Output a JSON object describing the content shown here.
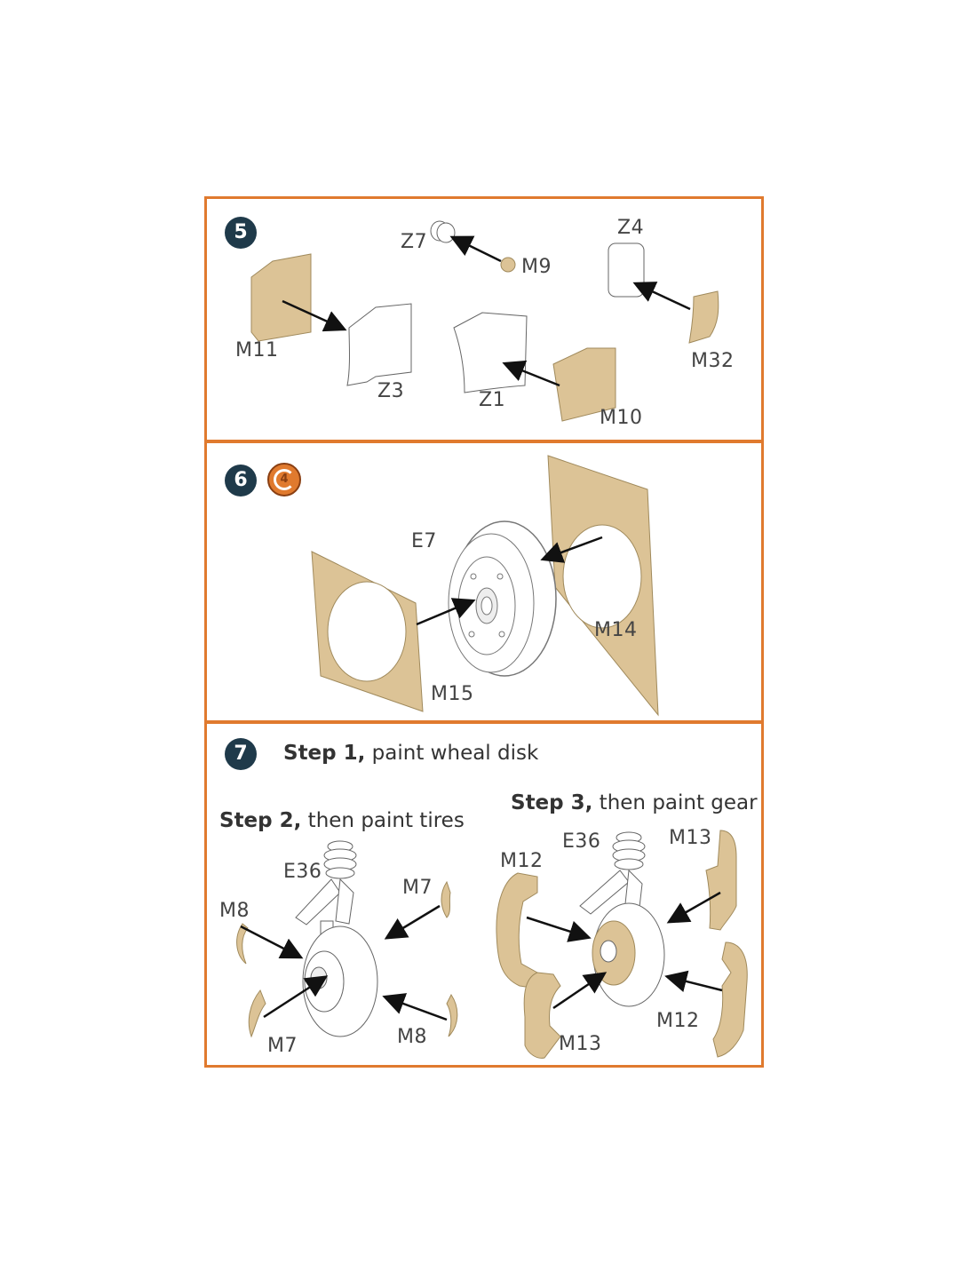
{
  "steps": [
    {
      "number": "5",
      "labels": {
        "z7": "Z7",
        "m9": "M9",
        "z4": "Z4",
        "m11": "M11",
        "z3": "Z3",
        "z1": "Z1",
        "m10": "M10",
        "m32": "M32"
      }
    },
    {
      "number": "6",
      "labels": {
        "e7": "E7",
        "m14": "M14",
        "m15": "M15"
      },
      "repeat_badge": "4"
    },
    {
      "number": "7",
      "step1": {
        "bold": "Step 1,",
        "text": " paint wheal disk"
      },
      "step2": {
        "bold": "Step 2,",
        "text": " then paint tires"
      },
      "step3": {
        "bold": "Step 3,",
        "text": " then paint gear"
      },
      "labels": {
        "e36_left": "E36",
        "m8_top": "M8",
        "m7_top": "M7",
        "m7_bottom": "M7",
        "m8_bottom": "M8",
        "e36_right": "E36",
        "m12_top": "M12",
        "m13_top": "M13",
        "m12_bottom": "M12",
        "m13_bottom": "M13"
      }
    }
  ],
  "colors": {
    "frame": "#e07a2e",
    "badge": "#1f3a4a",
    "part_fill": "#dcc396",
    "part_stroke": "#a08a5c"
  }
}
